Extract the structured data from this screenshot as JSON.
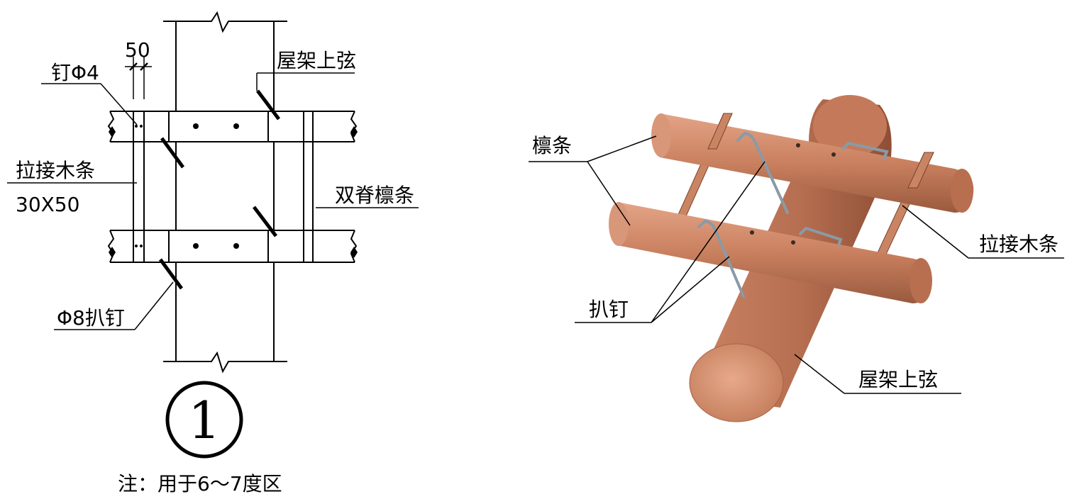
{
  "plan": {
    "label_nail": "钉Φ4",
    "dim_50": "50",
    "label_top_chord": "屋架上弦",
    "label_tie": "拉接木条",
    "label_tie_size": "30X50",
    "label_double_purlin": "双脊檩条",
    "label_cramp": "Φ8扒钉",
    "detail_number": "1",
    "note": "注：用于6～7度区"
  },
  "iso": {
    "label_purlin": "檩条",
    "label_tie": "拉接木条",
    "label_cramp": "扒钉",
    "label_top_chord": "屋架上弦"
  },
  "colors": {
    "wood_light": "#d99274",
    "wood_mid": "#c07252",
    "wood_dark": "#8a4a33",
    "steel": "#8a9aa6"
  }
}
